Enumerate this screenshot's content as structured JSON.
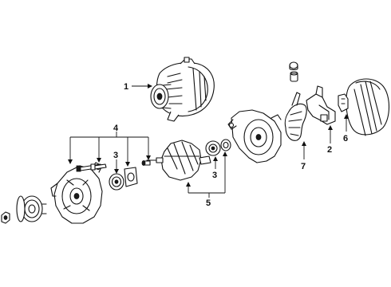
{
  "diagram": {
    "callouts": [
      {
        "id": "c1",
        "label": "1"
      },
      {
        "id": "c2",
        "label": "2"
      },
      {
        "id": "c3a",
        "label": "3"
      },
      {
        "id": "c3b",
        "label": "3"
      },
      {
        "id": "c4",
        "label": "4"
      },
      {
        "id": "c5",
        "label": "5"
      },
      {
        "id": "c6",
        "label": "6"
      },
      {
        "id": "c7",
        "label": "7"
      }
    ]
  }
}
